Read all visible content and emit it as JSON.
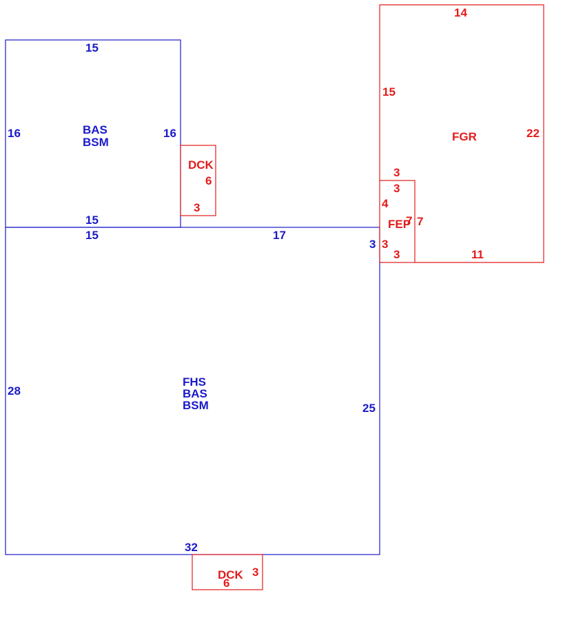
{
  "colors": {
    "living_area": "#1a1ac8",
    "other_area": "#e31b1b",
    "background": "#ffffff"
  },
  "areas": {
    "bas_upper": {
      "codes": [
        "BAS",
        "BSM"
      ],
      "dims": {
        "top": "15",
        "left": "16",
        "right": "16",
        "bottom": "15"
      }
    },
    "main": {
      "codes": [
        "FHS",
        "BAS",
        "BSM"
      ],
      "dims": {
        "top_left": "15",
        "top_right": "17",
        "right_small": "3",
        "left": "28",
        "right": "25",
        "bottom": "32"
      }
    },
    "deck_upper": {
      "code": "DCK",
      "dims": {
        "right": "6",
        "bottom": "3"
      }
    },
    "deck_lower": {
      "code": "DCK",
      "dims": {
        "right": "3",
        "bottom": "6"
      }
    },
    "garage": {
      "code": "FGR",
      "dims": {
        "top": "14",
        "left": "15",
        "right": "22",
        "bottom": "11",
        "left_lower": "3"
      }
    },
    "porch": {
      "code": "FEP",
      "dims": {
        "top": "3",
        "left": "4",
        "left_lower": "3",
        "bottom": "3",
        "right_a": "7",
        "right_b": "7"
      }
    }
  }
}
